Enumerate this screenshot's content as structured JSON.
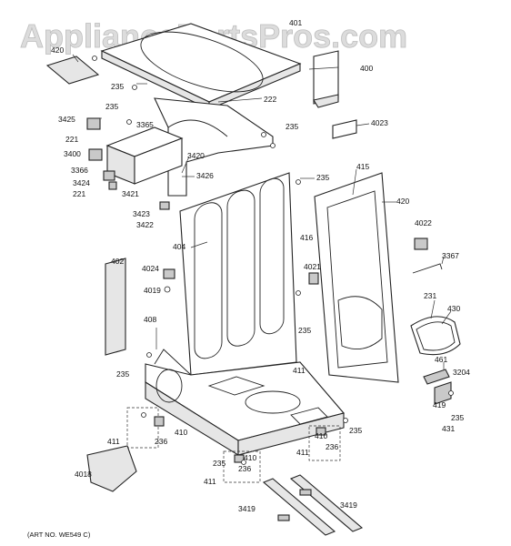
{
  "watermark": "AppliancePartsPros.com",
  "art_number": "(ART NO. WE549 C)",
  "labels": {
    "p401": "401",
    "p420a": "420",
    "p400": "400",
    "p235a": "235",
    "p222": "222",
    "p3425": "3425",
    "p235b": "235",
    "p3365": "3365",
    "p235c": "235",
    "p4023": "4023",
    "p221a": "221",
    "p3400": "3400",
    "p3420": "3420",
    "p3426": "3426",
    "p3366": "3366",
    "p3424": "3424",
    "p221b": "221",
    "p3421": "3421",
    "p235d": "235",
    "p415": "415",
    "p3423": "3423",
    "p3422": "3422",
    "p420b": "420",
    "p416": "416",
    "p4022": "4022",
    "p404": "404",
    "p3367": "3367",
    "p402": "402",
    "p4024": "4024",
    "p4021": "4021",
    "p4019": "4019",
    "p231": "231",
    "p430": "430",
    "p408": "408",
    "p235e": "235",
    "p461": "461",
    "p3204": "3204",
    "p411a": "411",
    "p235f": "235",
    "p419": "419",
    "p235g": "235",
    "p431": "431",
    "p410a": "410",
    "p236a": "236",
    "p235h": "235",
    "p411b": "411",
    "p410b": "410",
    "p236b": "236",
    "p411c": "411",
    "p4018": "4018",
    "p235i": "235",
    "p410c": "410",
    "p236c": "236",
    "p411d": "411",
    "p3419a": "3419",
    "p3419b": "3419"
  }
}
